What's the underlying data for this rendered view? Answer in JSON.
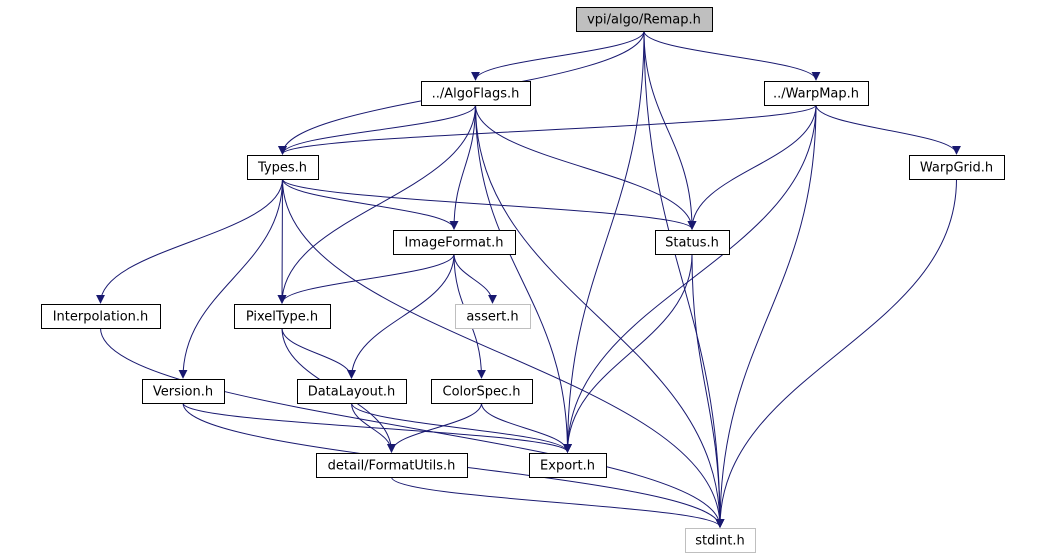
{
  "diagram": {
    "type": "include-dependency-graph",
    "colors": {
      "edge": "#191970",
      "root_fill": "#bfbfbf",
      "node_fill": "#ffffff",
      "node_border": "#000000",
      "external_border": "#bfbfbf"
    },
    "nodes": [
      {
        "id": "remap",
        "label": "vpi/algo/Remap.h",
        "kind": "root"
      },
      {
        "id": "algoflags",
        "label": "../AlgoFlags.h",
        "kind": "file"
      },
      {
        "id": "warpmap",
        "label": "../WarpMap.h",
        "kind": "file"
      },
      {
        "id": "types",
        "label": "Types.h",
        "kind": "file"
      },
      {
        "id": "warpgrid",
        "label": "WarpGrid.h",
        "kind": "file"
      },
      {
        "id": "imageformat",
        "label": "ImageFormat.h",
        "kind": "file"
      },
      {
        "id": "status",
        "label": "Status.h",
        "kind": "file"
      },
      {
        "id": "interpolation",
        "label": "Interpolation.h",
        "kind": "file"
      },
      {
        "id": "pixeltype",
        "label": "PixelType.h",
        "kind": "file"
      },
      {
        "id": "assert",
        "label": "assert.h",
        "kind": "external"
      },
      {
        "id": "version",
        "label": "Version.h",
        "kind": "file"
      },
      {
        "id": "datalayout",
        "label": "DataLayout.h",
        "kind": "file"
      },
      {
        "id": "colorspec",
        "label": "ColorSpec.h",
        "kind": "file"
      },
      {
        "id": "formatutils",
        "label": "detail/FormatUtils.h",
        "kind": "file"
      },
      {
        "id": "export",
        "label": "Export.h",
        "kind": "file"
      },
      {
        "id": "stdint",
        "label": "stdint.h",
        "kind": "external"
      }
    ],
    "edges": [
      [
        "remap",
        "algoflags"
      ],
      [
        "remap",
        "warpmap"
      ],
      [
        "remap",
        "types"
      ],
      [
        "remap",
        "status"
      ],
      [
        "remap",
        "export"
      ],
      [
        "remap",
        "stdint"
      ],
      [
        "algoflags",
        "types"
      ],
      [
        "algoflags",
        "imageformat"
      ],
      [
        "algoflags",
        "pixeltype"
      ],
      [
        "algoflags",
        "status"
      ],
      [
        "algoflags",
        "export"
      ],
      [
        "algoflags",
        "stdint"
      ],
      [
        "warpmap",
        "types"
      ],
      [
        "warpmap",
        "warpgrid"
      ],
      [
        "warpmap",
        "status"
      ],
      [
        "warpmap",
        "export"
      ],
      [
        "warpmap",
        "stdint"
      ],
      [
        "types",
        "imageformat"
      ],
      [
        "types",
        "status"
      ],
      [
        "types",
        "interpolation"
      ],
      [
        "types",
        "pixeltype"
      ],
      [
        "types",
        "version"
      ],
      [
        "types",
        "stdint"
      ],
      [
        "warpgrid",
        "stdint"
      ],
      [
        "imageformat",
        "pixeltype"
      ],
      [
        "imageformat",
        "assert"
      ],
      [
        "imageformat",
        "datalayout"
      ],
      [
        "imageformat",
        "colorspec"
      ],
      [
        "status",
        "export"
      ],
      [
        "status",
        "stdint"
      ],
      [
        "interpolation",
        "stdint"
      ],
      [
        "pixeltype",
        "datalayout"
      ],
      [
        "pixeltype",
        "formatutils"
      ],
      [
        "version",
        "export"
      ],
      [
        "version",
        "stdint"
      ],
      [
        "datalayout",
        "formatutils"
      ],
      [
        "datalayout",
        "export"
      ],
      [
        "colorspec",
        "formatutils"
      ],
      [
        "colorspec",
        "export"
      ],
      [
        "formatutils",
        "stdint"
      ]
    ]
  }
}
